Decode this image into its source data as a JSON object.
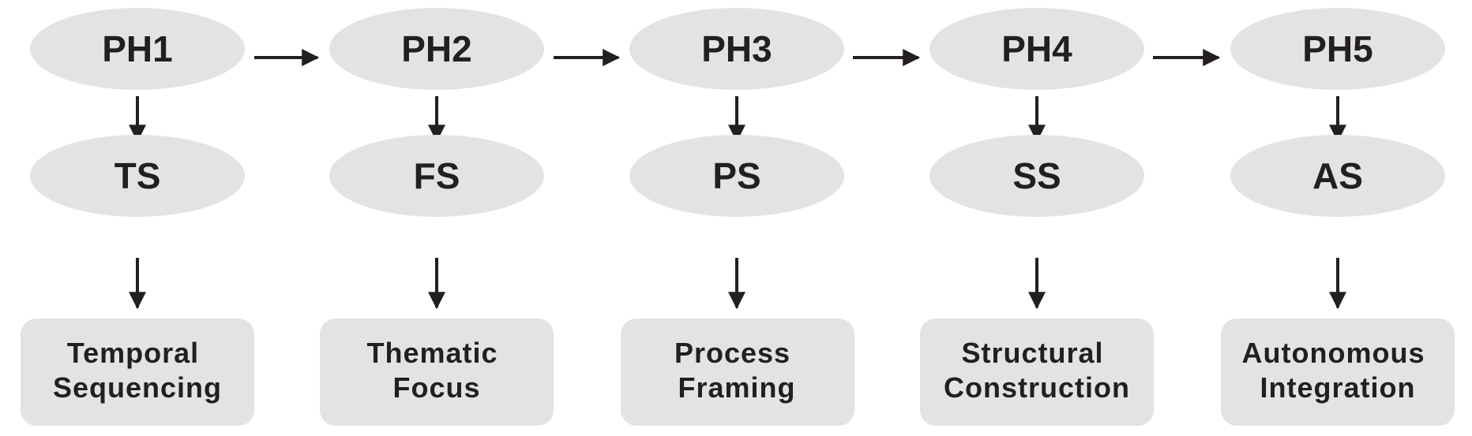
{
  "colors": {
    "node_fill": "#e3e3e3",
    "stroke": "#231f20",
    "text": "#231f20",
    "background": "#ffffff"
  },
  "columns": [
    {
      "phase": "PH1",
      "strategy": "TS",
      "outcome_line1": "Temporal",
      "outcome_line2": "Sequencing"
    },
    {
      "phase": "PH2",
      "strategy": "FS",
      "outcome_line1": "Thematic",
      "outcome_line2": "Focus"
    },
    {
      "phase": "PH3",
      "strategy": "PS",
      "outcome_line1": "Process",
      "outcome_line2": "Framing"
    },
    {
      "phase": "PH4",
      "strategy": "SS",
      "outcome_line1": "Structural",
      "outcome_line2": "Construction"
    },
    {
      "phase": "PH5",
      "strategy": "AS",
      "outcome_line1": "Autonomous",
      "outcome_line2": "Integration"
    }
  ]
}
